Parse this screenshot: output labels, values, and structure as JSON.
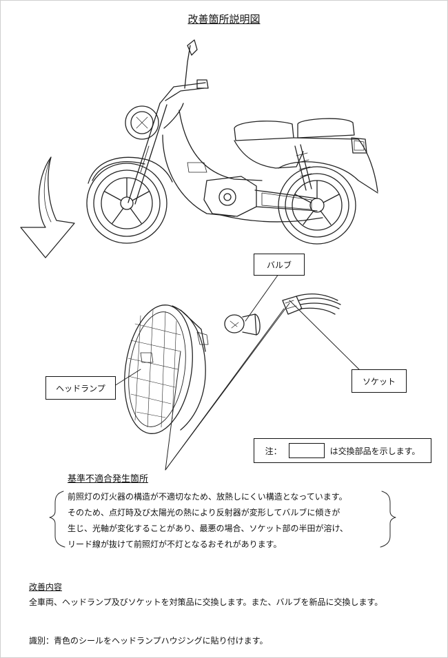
{
  "title": "改善箇所説明図",
  "labels": {
    "bulb": "バルブ",
    "headlamp": "ヘッドランプ",
    "socket": "ソケット"
  },
  "note": {
    "prefix": "注：",
    "suffix": "は交換部品を示します。"
  },
  "defect": {
    "title": "基準不適合発生箇所",
    "lines": [
      "前照灯の灯火器の構造が不適切なため、放熱しにくい構造となっています。",
      "そのため、点灯時及び太陽光の熱により反射器が変形してバルブに傾きが",
      "生じ、光軸が変化することがあり、最悪の場合、ソケット部の半田が溶け、",
      "リード線が抜けて前照灯が不灯となるおそれがあります。"
    ]
  },
  "improvement": {
    "title": "改善内容",
    "text": "全車両、ヘッドランプ及びソケットを対策品に交換します。また、バルブを新品に交換します。"
  },
  "identification": {
    "text": "識別：青色のシールをヘッドランプハウジングに貼り付けます。"
  }
}
